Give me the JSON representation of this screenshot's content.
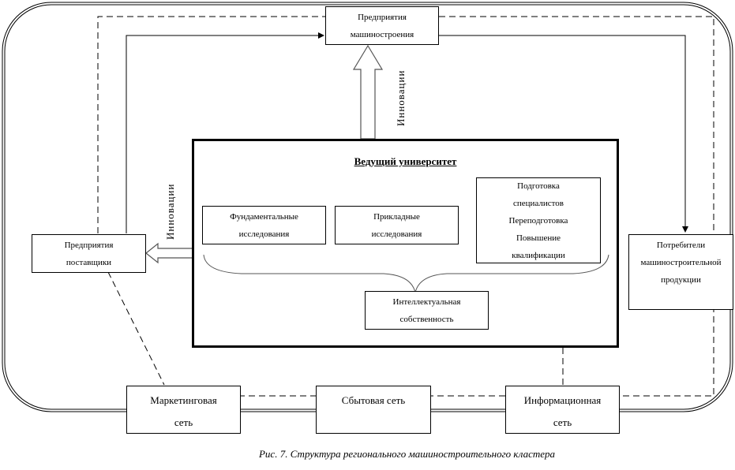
{
  "diagram": {
    "top_box": {
      "lines": [
        "Предприятия",
        "машиностроения"
      ]
    },
    "innovations_up_label": "Инновации",
    "innovations_left_label": "Инновации",
    "university": {
      "title": "Ведущий университет",
      "fundamental": [
        "Фундаментальные",
        "исследования"
      ],
      "applied": [
        "Прикладные",
        "исследования"
      ],
      "training": [
        "Подготовка",
        "специалистов",
        "Переподготовка",
        "Повышение",
        "квалификации"
      ],
      "ip": [
        "Интеллектуальная",
        "собственность"
      ]
    },
    "suppliers_box": {
      "lines": [
        "Предприятия",
        "поставщики"
      ]
    },
    "consumers_box": {
      "lines": [
        "Потребители",
        "машиностроительной",
        "продукции"
      ]
    },
    "bottom_boxes": [
      {
        "lines": [
          "Маркетинговая",
          "сеть"
        ]
      },
      {
        "lines": [
          "Сбытовая сеть",
          ""
        ]
      },
      {
        "lines": [
          "Информационная",
          "сеть"
        ]
      }
    ],
    "caption": "Рис. 7. Структура регионального машиностроительного кластера"
  }
}
